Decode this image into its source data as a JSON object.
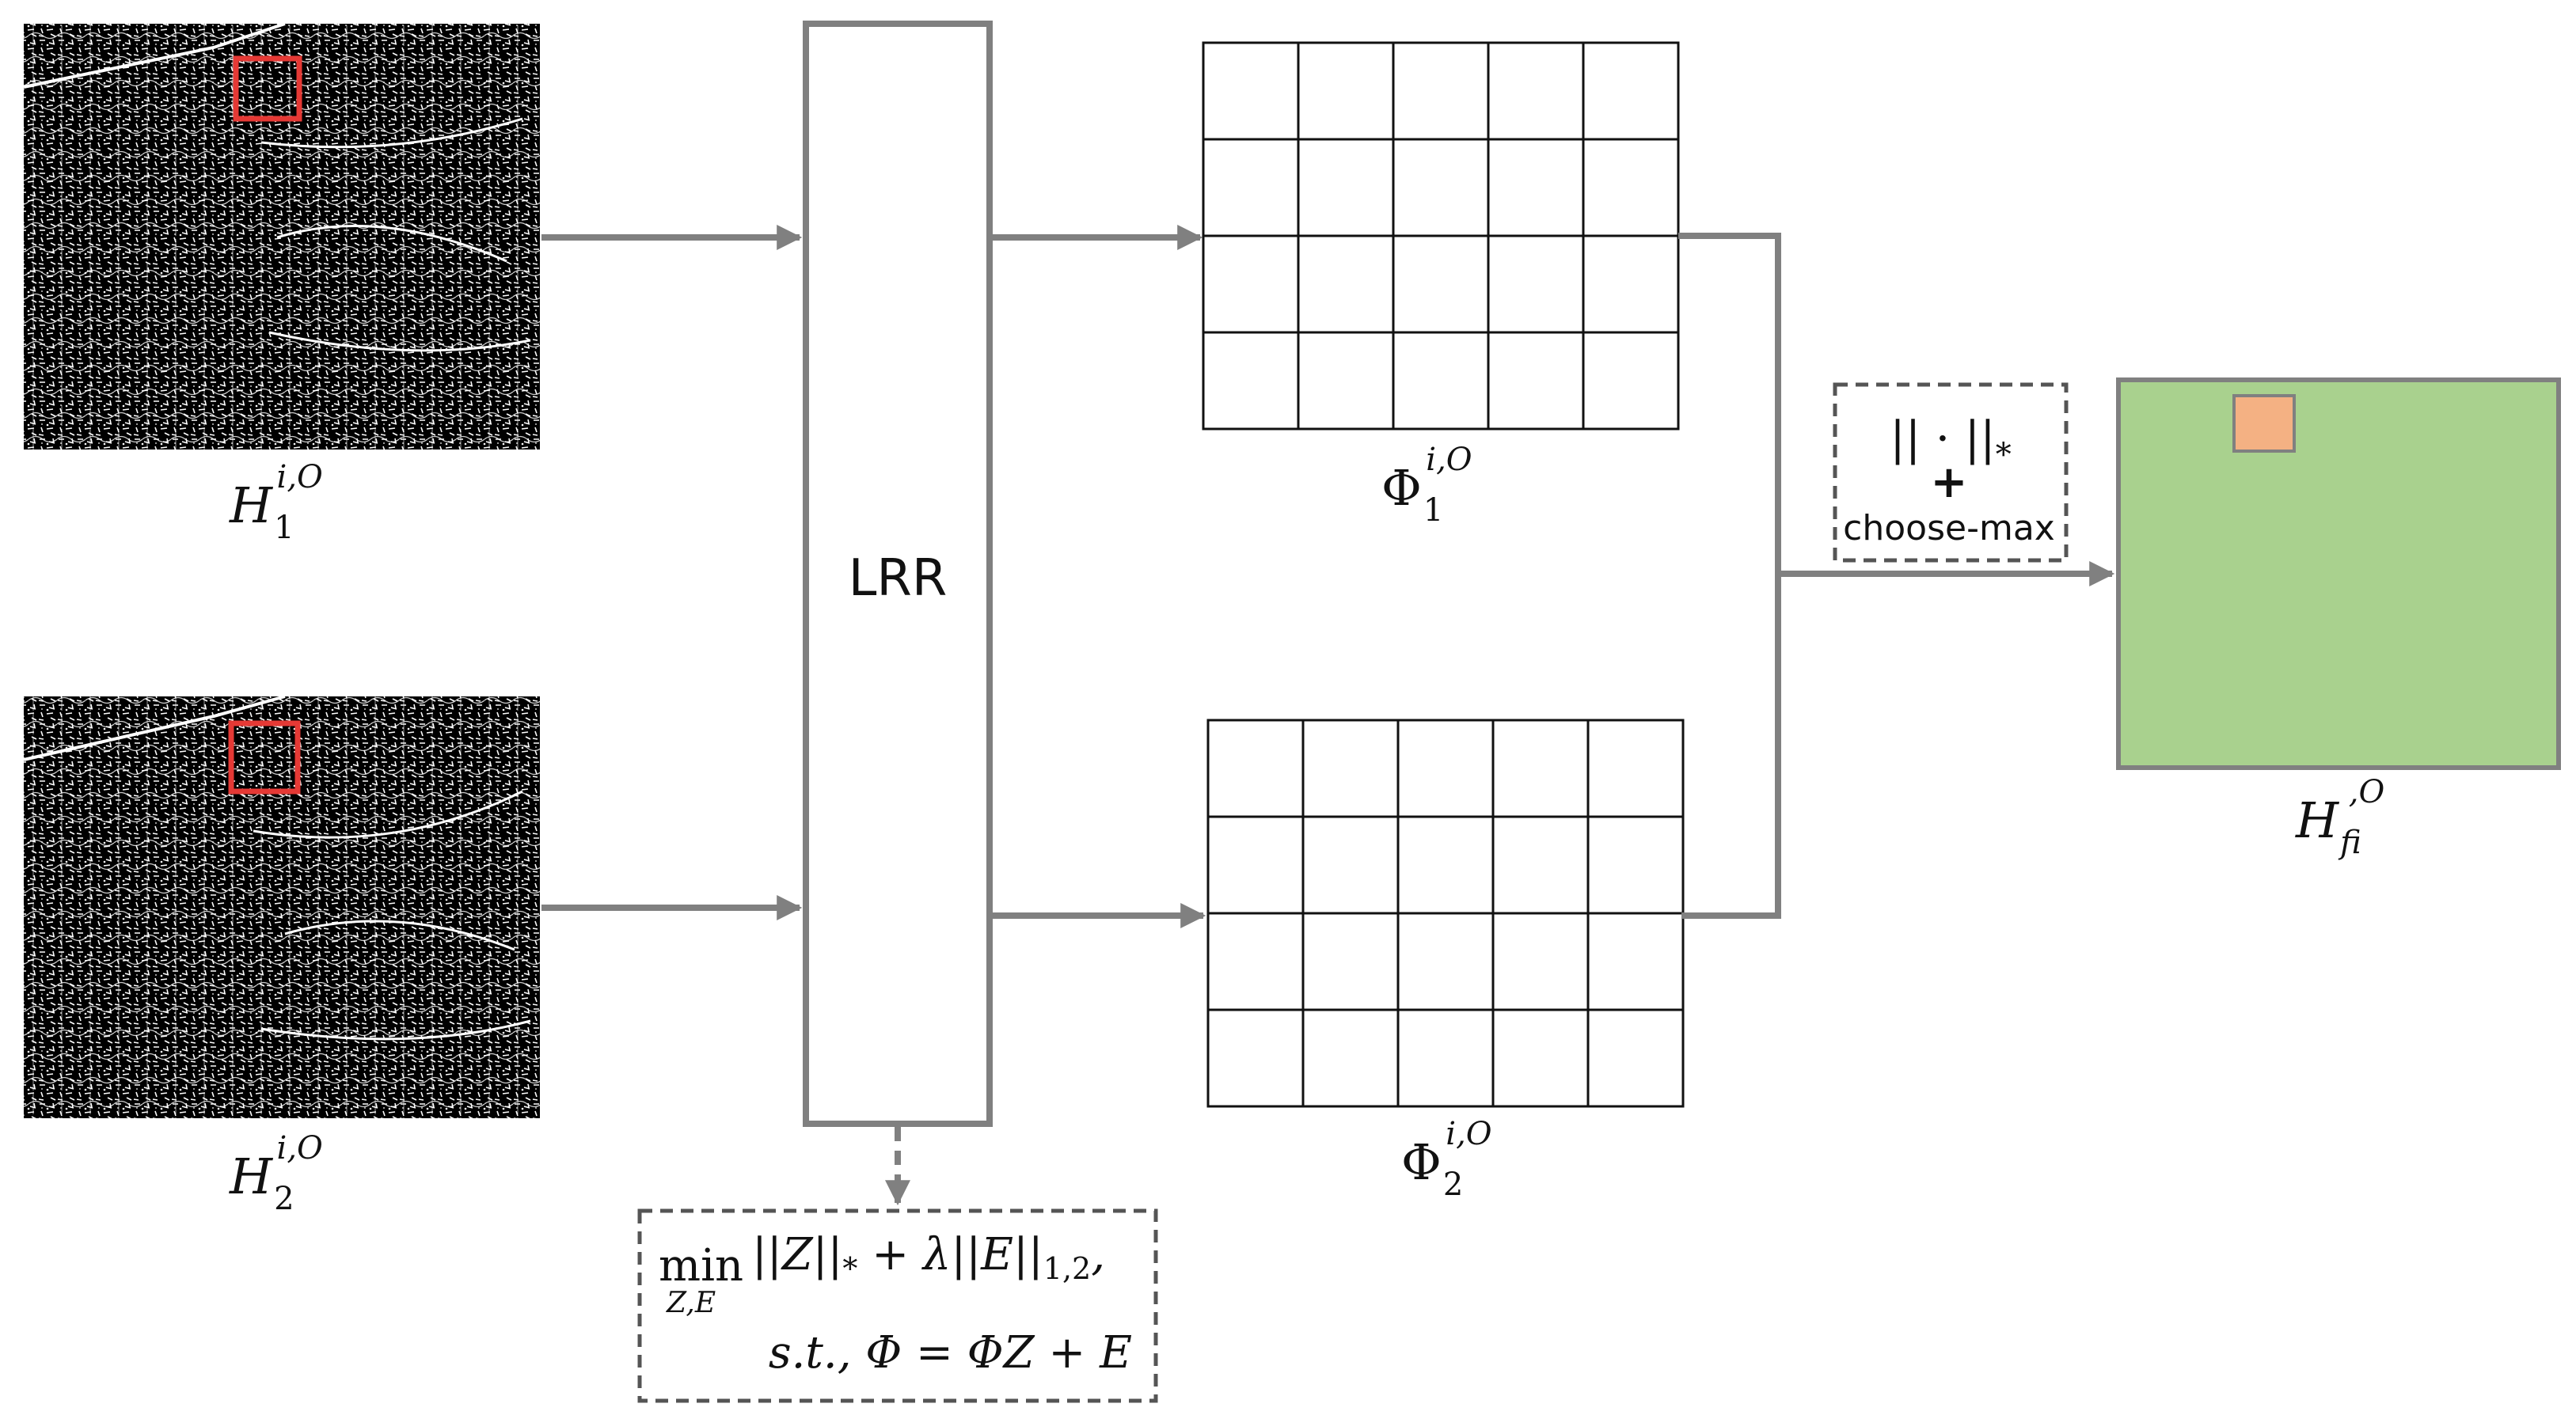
{
  "colors": {
    "arrow": "#808080",
    "highlight": "#f4b183",
    "fused": "#a9d18e",
    "roi": "#e53935"
  },
  "inputs": [
    {
      "base": "H",
      "sub": "1",
      "sup": "i,O"
    },
    {
      "base": "H",
      "sub": "2",
      "sup": "i,O"
    }
  ],
  "lrr": {
    "label": "LRR"
  },
  "coefficients": [
    {
      "base": "Φ",
      "sub": "1",
      "sup": "i,O",
      "rows": 4,
      "cols": 5,
      "highlight_row": 0,
      "highlight_col": 1
    },
    {
      "base": "Φ",
      "sub": "2",
      "sup": "i,O",
      "rows": 4,
      "cols": 5,
      "highlight_row": 0,
      "highlight_col": 1
    }
  ],
  "fusion_rule": {
    "norm": "|| · ||",
    "norm_sub": "*",
    "plus": "+",
    "rule": "choose-max"
  },
  "output": {
    "base": "H",
    "sub": "f",
    "sup": "i,O"
  },
  "objective": {
    "min_word": "min",
    "min_sub": "Z,E",
    "line1": "||Z||",
    "line1_sub1": "*",
    "line1_mid": " + λ||E||",
    "line1_sub2": "1,2",
    "line1_end": ",",
    "line2": "s.t., Φ = ΦZ + E"
  }
}
